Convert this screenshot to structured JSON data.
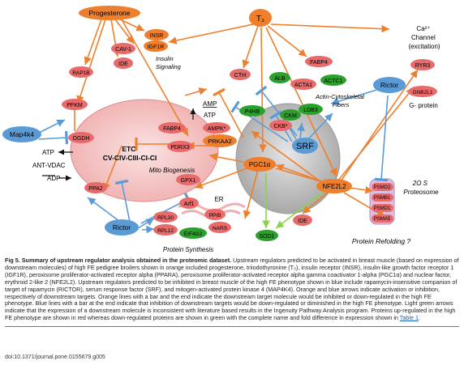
{
  "nodes": {
    "progesterone": "Progesterone",
    "t3": "T₃",
    "insr": "INSR",
    "igf1r": "IGF1R",
    "cav1": "CAV-1",
    "ide_top": "IDE",
    "insulin_signaling": "Insulin\nSignaling",
    "rap1b": "RAP1B",
    "cth": "CTH",
    "fabp4_top": "FABP4",
    "alb": "ALB",
    "acta1": "ACTA1",
    "actc1": "ACTC1",
    "actin_fibers": "Actin-Cytoskeletal\nFibers",
    "rictor_top": "Rictor",
    "ca_channel": "Ca²⁺\nChannel\n(excitation)",
    "ryr3": "RYR3",
    "gnb2l1": "GNB2L1",
    "g_protein": "G- protein",
    "amp": "AMP",
    "atp_mid": "ATP",
    "p4hb": "P4HB",
    "ldb3": "LDB3",
    "ckm": "CKM",
    "ckb": "CKB*",
    "ampk": "AMPK*",
    "fabp4_mid": "FABP4",
    "prkaa2": "PRKAA2",
    "srf": "SRF",
    "pfkm": "PFKM",
    "map4k4": "Map4k4",
    "ogdh": "OGDH",
    "atp_left": "ATP",
    "ant_vdac": "ANT-VDAC",
    "adp": "ADP",
    "etc": "ETC\nCV-CIV-CIII-CI-CI",
    "mito_biogenesis": "Mito Biogenesis",
    "pdrx3": "PDRX3",
    "pgc1a": "PGC1α",
    "gpx1": "GPX1",
    "ppa2": "PPA2",
    "arf1": "Arf1",
    "rictor_bottom": "Rictor",
    "rpl30": "RPL30",
    "rpl12": "RPL12",
    "er": "ER",
    "ppib": "PPIB",
    "nars": "NARS",
    "eif4g2": "EIF4G2",
    "protein_synthesis": "Protein Synthesis",
    "nfe2l2": "NFE2L2",
    "sod1": "SOD1",
    "ide_bottom": "IDE",
    "psmd2": "PSMD2",
    "psmb1": "PSMB1",
    "psmd1": "PSMD1",
    "psma5": "PSMA5",
    "proteosome": "2O S\nProteosome",
    "protein_refolding": "Protein Refolding ?"
  },
  "colors": {
    "upstream_orange": "#ee7f2d",
    "upstream_blue": "#5b9bd5",
    "upregulated_red": "#e96a6a",
    "downregulated_green": "#2ca02c",
    "inconsistent_arrow": "#8fd14f",
    "mitochondrion": "#f2b8b8",
    "nucleus": "#b8b8b8",
    "proteosome": "#d8b8e0"
  },
  "caption": {
    "title": "Fig 5. Summary of upstream regulator analysis obtained in the proteomic dataset.",
    "body_before_link": " Upstream regulators predicted to be activated in breast muscle (based on expression of downstream molecules) of high FE pedigree broilers shown in orange included progesterone, triiodothyronine (T₃), insulin receptor (INSR), insulin-like growth factor receptor 1 (IGF1R), peroxisome proliferator-activated receptor alpha (PPARA), peroxisome proliferator-activated receptor alpha gamma coactivator 1-alpha (PGC1α) and nuclear factor, erythroid 2-like 2 (NFE2L2). Upstream regulators predicted to be inhibited in breast muscle of the high FE phenotype shown in blue include rapamycin-insensitive companion of target of rapamycin (RICTOR), serum response factor (SRF), and mitogen-activated protein kinase 4 (MAP4K4). Orange and blue arrows indicate activation or inhibition, respectively of downstream targets. Orange lines with a bar and the end indicate the downstream target molecule would be inhibited or down-regulated in the high FE phenotype. Blue lines with a bar at the end indicate that inhibition of downstream targets would be down-regulated or diminished in the high FE phenotype. Light green arrows indicate that the expression of a downstream molecule is inconsistent with literature based results in the Ingenuity Pathway Analysis program. Proteins up-regulated in the high FE phenotype are shown in red whereas down-regulated proteins are shown in green with the complete name and fold difference in expression shown in ",
    "link": "Table 1",
    "body_after_link": "."
  },
  "doi": "doi:10.1371/journal.pone.0155679.g005"
}
